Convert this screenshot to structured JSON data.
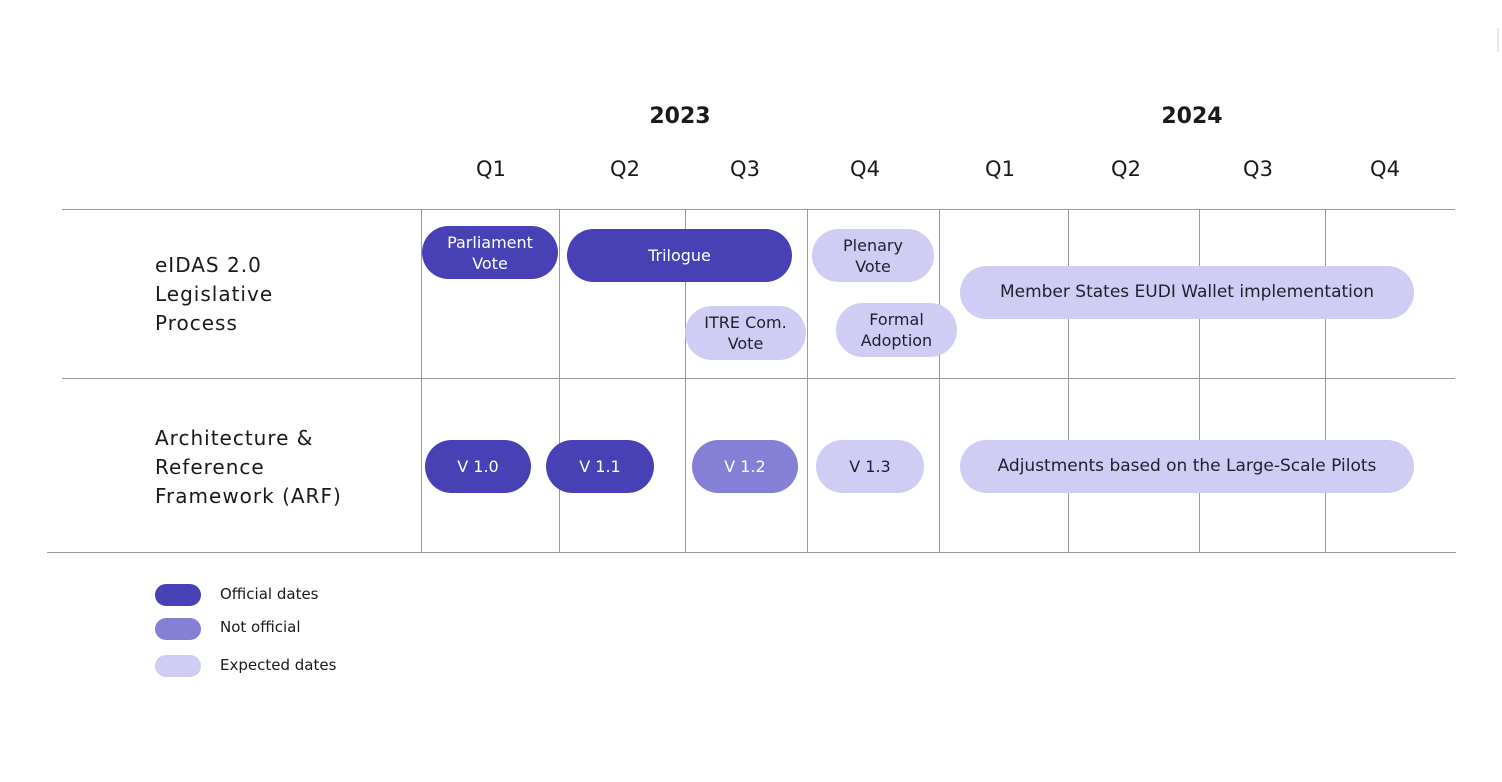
{
  "years": [
    "2023",
    "2024"
  ],
  "quarters": [
    "Q1",
    "Q2",
    "Q3",
    "Q4",
    "Q1",
    "Q2",
    "Q3",
    "Q4"
  ],
  "rows": [
    {
      "label_lines": [
        "eIDAS 2.0",
        "Legislative",
        "Process"
      ]
    },
    {
      "label_lines": [
        "Architecture &",
        "Reference",
        "Framework (ARF)"
      ]
    }
  ],
  "bars": [
    {
      "lines": [
        "Parliament",
        "Vote"
      ],
      "status": "official"
    },
    {
      "lines": [
        "Trilogue"
      ],
      "status": "official"
    },
    {
      "lines": [
        "Plenary",
        "Vote"
      ],
      "status": "expected"
    },
    {
      "lines": [
        "ITRE Com.",
        "Vote"
      ],
      "status": "expected"
    },
    {
      "lines": [
        "Formal",
        "Adoption"
      ],
      "status": "expected"
    },
    {
      "lines": [
        "Member States EUDI Wallet implementation"
      ],
      "status": "expected"
    },
    {
      "lines": [
        "V 1.0"
      ],
      "status": "official"
    },
    {
      "lines": [
        "V 1.1"
      ],
      "status": "official"
    },
    {
      "lines": [
        "V 1.2"
      ],
      "status": "notofficial"
    },
    {
      "lines": [
        "V 1.3"
      ],
      "status": "expected"
    },
    {
      "lines": [
        "Adjustments based on the Large-Scale Pilots"
      ],
      "status": "expected"
    }
  ],
  "legend": [
    {
      "label": "Official dates",
      "color": "#4841b5"
    },
    {
      "label": "Not official",
      "color": "#8580d6"
    },
    {
      "label": "Expected dates",
      "color": "#cfcdf3"
    }
  ]
}
